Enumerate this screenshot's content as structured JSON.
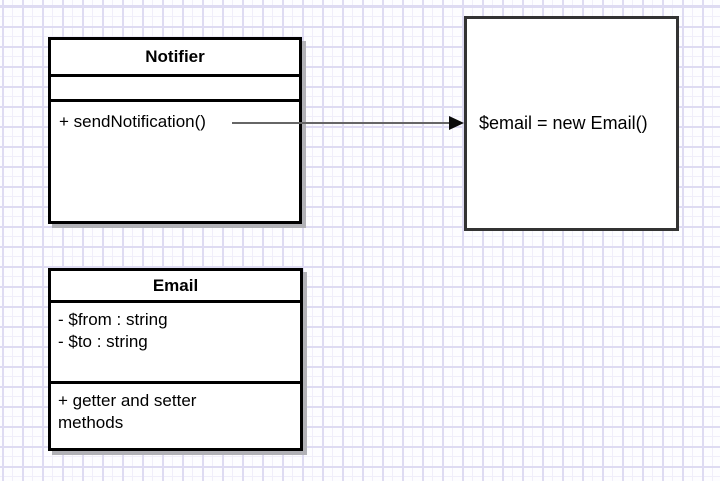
{
  "diagram_type": "uml-class-diagram",
  "classes": {
    "notifier": {
      "title": "Notifier",
      "attributes": [],
      "methods": [
        "+ sendNotification()"
      ]
    },
    "email": {
      "title": "Email",
      "attributes": [
        "- $from : string",
        "- $to : string"
      ],
      "methods_lines": [
        "+ getter and setter",
        "methods"
      ]
    }
  },
  "code_box": {
    "text": "$email = new Email()"
  },
  "connector": {
    "type": "solid-arrow",
    "from": "+ sendNotification()",
    "to": "$email = new Email()"
  },
  "colors": {
    "box_border": "#000000",
    "code_box_border": "#333333",
    "shadow": "#b1b1b6",
    "grid_minor": "#f0eefa",
    "grid_major": "#dedbf2",
    "arrow_line": "#666666",
    "arrow_head": "#0a0a0a",
    "canvas_bg": "#fdfdff",
    "text": "#000000"
  }
}
